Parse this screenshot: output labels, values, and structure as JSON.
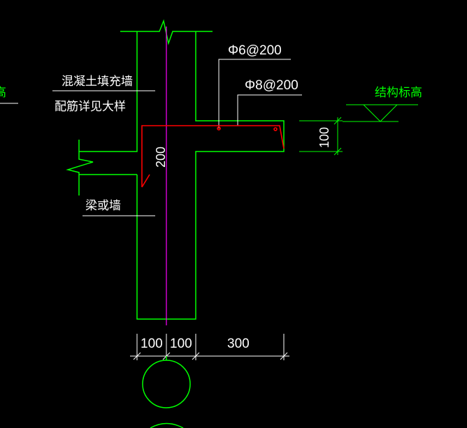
{
  "colors": {
    "background": "#000000",
    "outline": "#00ff00",
    "rebar": "#ff0000",
    "centerline": "#ff00ff",
    "text": "#ffffff",
    "annotation": "#00ff00"
  },
  "labels": {
    "infill_wall": "混凝土填充墙",
    "reinforcement_note": "配筋详见大样",
    "beam_or_wall": "梁或墙",
    "rebar_stirrup": "Φ6@200",
    "rebar_main": "Φ8@200",
    "structural_elevation": "结构标高",
    "wall_width_vertical": "200",
    "slab_thickness": "100",
    "left_edge_fragment": "高"
  },
  "dimensions": {
    "segment_1": "100",
    "segment_2": "100",
    "segment_3": "300"
  }
}
